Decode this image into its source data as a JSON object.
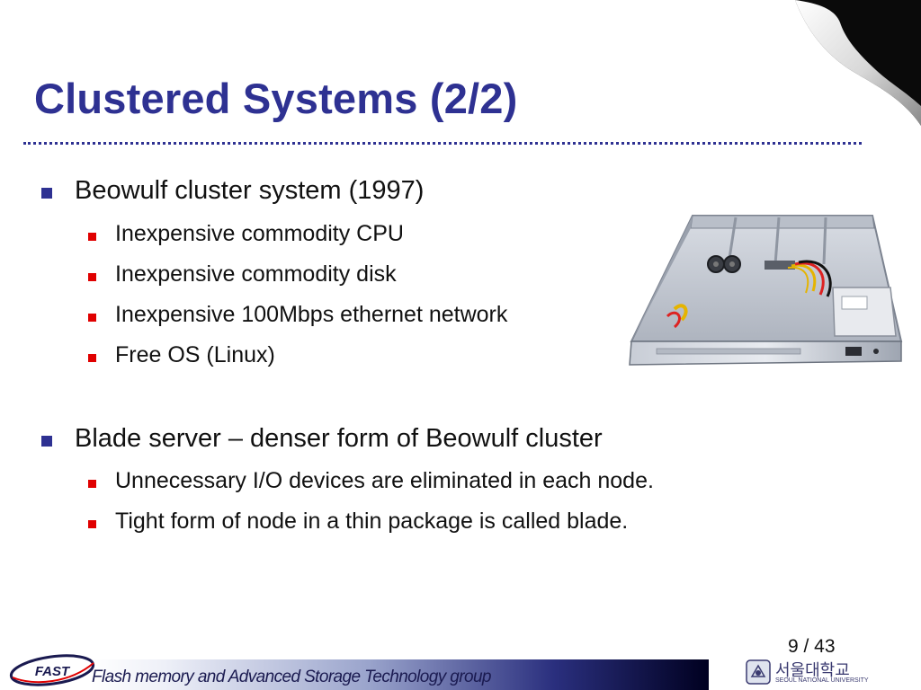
{
  "slide": {
    "title": "Clustered Systems (2/2)"
  },
  "bullets": [
    {
      "text": "Beowulf cluster system (1997)",
      "sub": [
        "Inexpensive commodity CPU",
        "Inexpensive commodity disk",
        "Inexpensive 100Mbps ethernet network",
        "Free OS (Linux)"
      ]
    },
    {
      "text": "Blade server – denser form of Beowulf cluster",
      "sub": [
        "Unnecessary I/O devices are eliminated in each node.",
        "Tight form of node in a thin package is called blade."
      ]
    }
  ],
  "footer": {
    "logo_text": "FAST",
    "group_name": "Flash memory and Advanced Storage Technology group",
    "page_number": "9 / 43",
    "university_korean": "서울대학교",
    "university_english": "SEOUL NATIONAL UNIVERSITY"
  },
  "colors": {
    "title": "#2e3192",
    "level1_bullet": "#2e3192",
    "level2_bullet": "#e00000",
    "text": "#111111"
  },
  "icons": {
    "server": "rack-server-photo",
    "corner": "page-curl",
    "emblem": "snu-emblem"
  }
}
